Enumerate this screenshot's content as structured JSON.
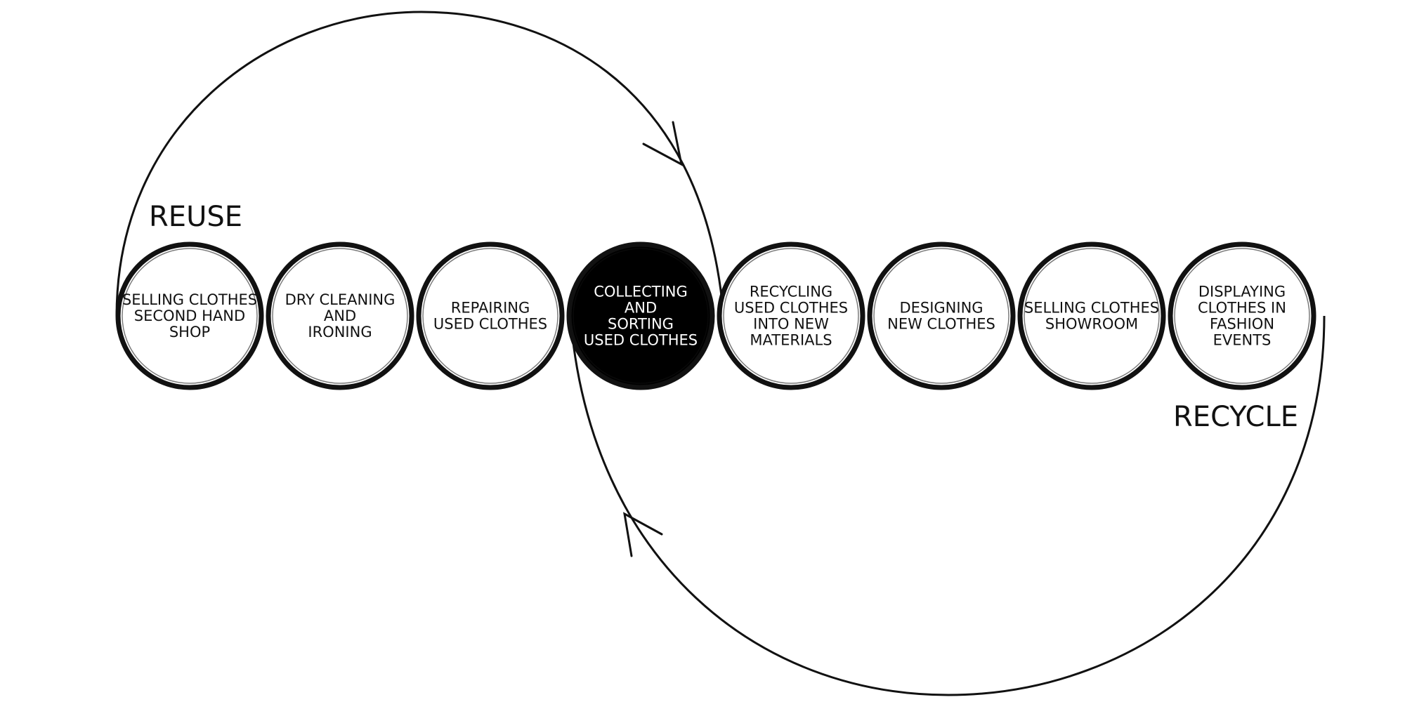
{
  "labels": {
    "reuse": "REUSE",
    "recycle": "RECYCLE"
  },
  "colors": {
    "stroke": "#111111",
    "highlight_fill": "#000000",
    "node_fill": "#ffffff",
    "highlight_text": "#ffffff",
    "node_text": "#111111"
  },
  "nodes": [
    {
      "id": "selling-second-hand",
      "lines": [
        "SELLING CLOTHES",
        "SECOND HAND",
        "SHOP"
      ],
      "highlighted": false
    },
    {
      "id": "dry-cleaning",
      "lines": [
        "DRY CLEANING",
        "AND",
        "IRONING"
      ],
      "highlighted": false
    },
    {
      "id": "repairing",
      "lines": [
        "REPAIRING",
        "USED CLOTHES"
      ],
      "highlighted": false
    },
    {
      "id": "collecting-sorting",
      "lines": [
        "COLLECTING",
        "AND",
        "SORTING",
        "USED CLOTHES"
      ],
      "highlighted": true
    },
    {
      "id": "recycling-materials",
      "lines": [
        "RECYCLING",
        "USED CLOTHES",
        "INTO NEW",
        "MATERIALS"
      ],
      "highlighted": false
    },
    {
      "id": "designing",
      "lines": [
        "DESIGNING",
        "NEW CLOTHES"
      ],
      "highlighted": false
    },
    {
      "id": "selling-showroom",
      "lines": [
        "SELLING CLOTHES",
        "SHOWROOM"
      ],
      "highlighted": false
    },
    {
      "id": "displaying-fashion",
      "lines": [
        "DISPLAYING",
        "CLOTHES IN",
        "FASHION",
        "EVENTS"
      ],
      "highlighted": false
    }
  ]
}
